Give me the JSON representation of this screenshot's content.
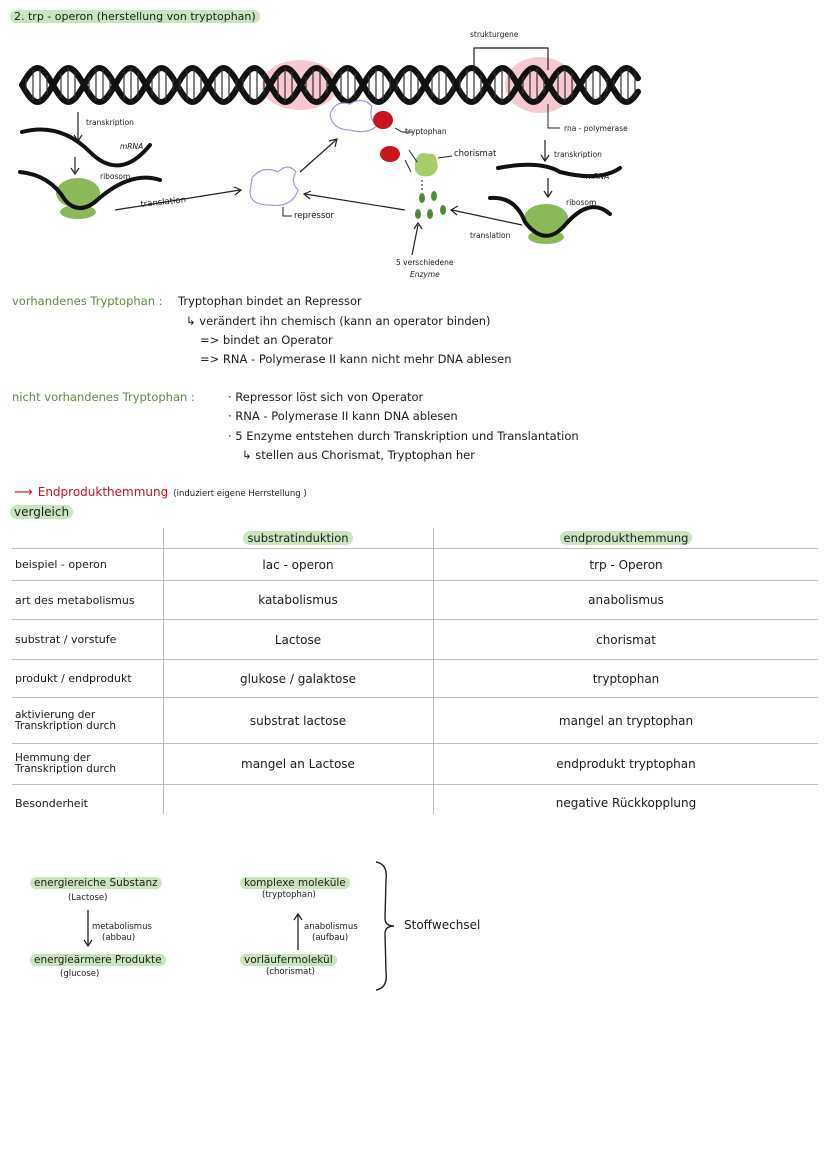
{
  "title": "2. trp - operon (herstellung von tryptophan)",
  "diagram": {
    "strukturgene": "strukturgene",
    "transkription_left": "transkription",
    "mrna_left": "mRNA",
    "ribosom_left": "ribosom",
    "translation_left": "translation",
    "repressor": "repressor",
    "tryptophan": "tryptophan",
    "chorismat": "chorismat",
    "rna_polymerase": "rna - polymerase",
    "transkription_right": "transkription",
    "mrna_right": "mRNA",
    "ribosom_right": "ribosom",
    "translation_right": "translation",
    "enzyme_line1": "5 verschiedene",
    "enzyme_line2": "Enzyme"
  },
  "section_present": {
    "heading": "vorhandenes Tryptophan :",
    "lines": [
      "Tryptophan bindet an Repressor",
      "↳ verändert ihn chemisch (kann an operator binden)",
      "=> bindet an Operator",
      "=> RNA - Polymerase II kann nicht mehr DNA ablesen"
    ]
  },
  "section_absent": {
    "heading": "nicht vorhandenes Tryptophan :",
    "lines": [
      "· Repressor löst sich von Operator",
      "· RNA - Polymerase II kann DNA ablesen",
      "· 5 Enzyme entstehen durch Transkription und Translantation",
      "↳ stellen aus Chorismat, Tryptophan her"
    ]
  },
  "endprodukt": {
    "arrow": "⟶",
    "term": "Endprodukthemmung",
    "note": "(induziert eigene Herrstellung )"
  },
  "vergleich": "vergleich",
  "table": {
    "headers": [
      "",
      "substratinduktion",
      "endprodukthemmung"
    ],
    "rows": [
      [
        "beispiel - operon",
        "lac - operon",
        "trp - Operon"
      ],
      [
        "art des metabolismus",
        "katabolismus",
        "anabolismus"
      ],
      [
        "substrat / vorstufe",
        "Lactose",
        "chorismat"
      ],
      [
        "produkt / endprodukt",
        "glukose / galaktose",
        "tryptophan"
      ],
      [
        "aktivierung der Transkription durch",
        "substrat lactose",
        "mangel an tryptophan"
      ],
      [
        "Hemmung der Transkription durch",
        "mangel an Lactose",
        "endprodukt tryptophan"
      ],
      [
        "Besonderheit",
        "",
        "negative Rückkopplung"
      ]
    ]
  },
  "metabolism": {
    "left_top": "energiereiche Substanz",
    "left_top_sub": "(Lactose)",
    "left_mid": "metabolismus",
    "left_mid_sub": "(abbau)",
    "left_bottom": "energieärmere Produkte",
    "left_bottom_sub": "(glucose)",
    "right_top": "komplexe moleküle",
    "right_top_sub": "(tryptophan)",
    "right_mid": "anabolismus",
    "right_mid_sub": "(aufbau)",
    "right_bottom": "vorläufermolekül",
    "right_bottom_sub": "(chorismat)",
    "stoffwechsel": "Stoffwechsel"
  },
  "colors": {
    "highlight_green": "#a0cd8c",
    "highlight_pink": "#eea0aa",
    "text_green": "#5c8f3e",
    "text_red": "#c2121c",
    "ribosome": "#8db85a",
    "tryptophan_red": "#c8141e"
  }
}
